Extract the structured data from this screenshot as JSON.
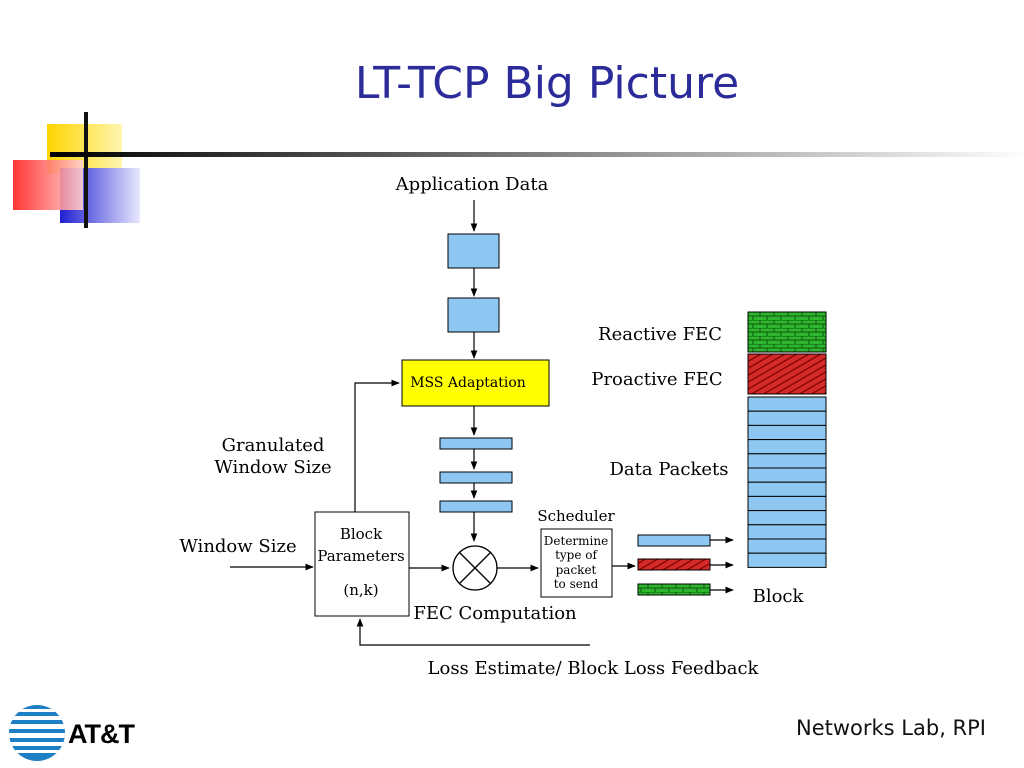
{
  "slide": {
    "title": "LT-TCP Big Picture",
    "footer": "Networks Lab, RPI",
    "company": "AT&T"
  },
  "diagram": {
    "application_data": "Application Data",
    "mss_adaptation": "MSS Adaptation",
    "granulated_window_size": [
      "Granulated",
      "Window Size"
    ],
    "window_size": "Window Size",
    "block_parameters": [
      "Block",
      "Parameters",
      "(n,k)"
    ],
    "fec_computation": "FEC Computation",
    "scheduler": "Scheduler",
    "scheduler_box": [
      "Determine",
      "type of",
      "packet",
      "to send"
    ],
    "loss_feedback": "Loss Estimate/ Block Loss Feedback",
    "reactive_fec": "Reactive FEC",
    "proactive_fec": "Proactive FEC",
    "data_packets": "Data Packets",
    "block": "Block"
  },
  "colors": {
    "title": "#2b2b9a",
    "data_packet": "#8ec8f2",
    "proactive_fec": "#d42a2a",
    "reactive_fec": "#2fb42f",
    "mss_box": "#ffff00"
  },
  "icons": {
    "decor": "corner-squares-decor",
    "logo": "att-globe-icon"
  }
}
